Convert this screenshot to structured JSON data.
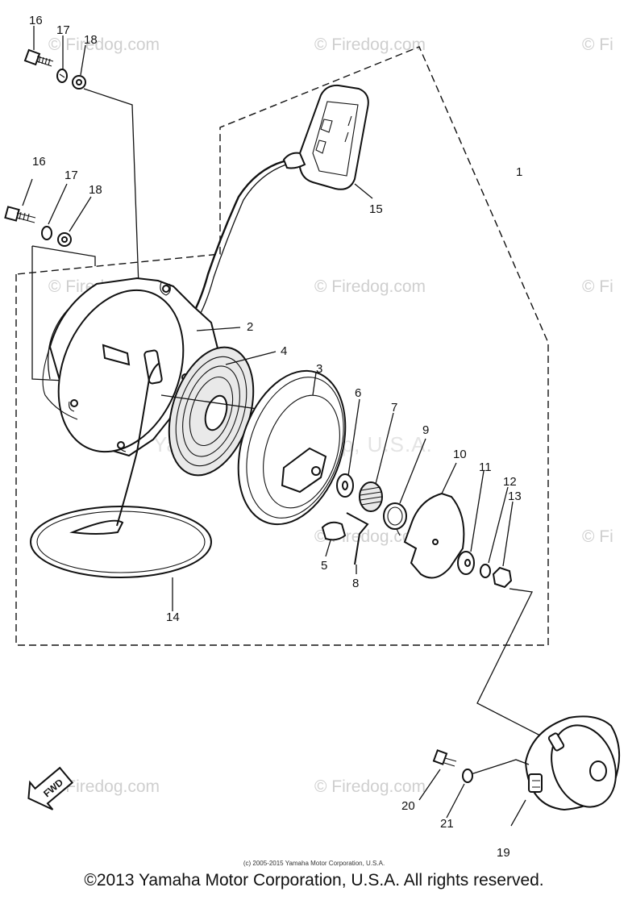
{
  "watermarks": {
    "firedog": "© Firedog.com",
    "firedog_cut": "© Fi",
    "firedog_plain": "© Firedog.com",
    "faint_center": "Yamaha Motor Corp, U.S.A."
  },
  "fwd_label": "FWD",
  "callouts": [
    "16",
    "17",
    "18",
    "16",
    "17",
    "18",
    "1",
    "15",
    "2",
    "4",
    "3",
    "6",
    "7",
    "9",
    "10",
    "11",
    "12",
    "13",
    "5",
    "8",
    "14",
    "19",
    "20",
    "21"
  ],
  "footer": {
    "small": "(c) 2005-2015 Yamaha Motor Corporation, U.S.A.",
    "copyright": "©2013 Yamaha Motor Corporation, U.S.A. All rights reserved."
  }
}
